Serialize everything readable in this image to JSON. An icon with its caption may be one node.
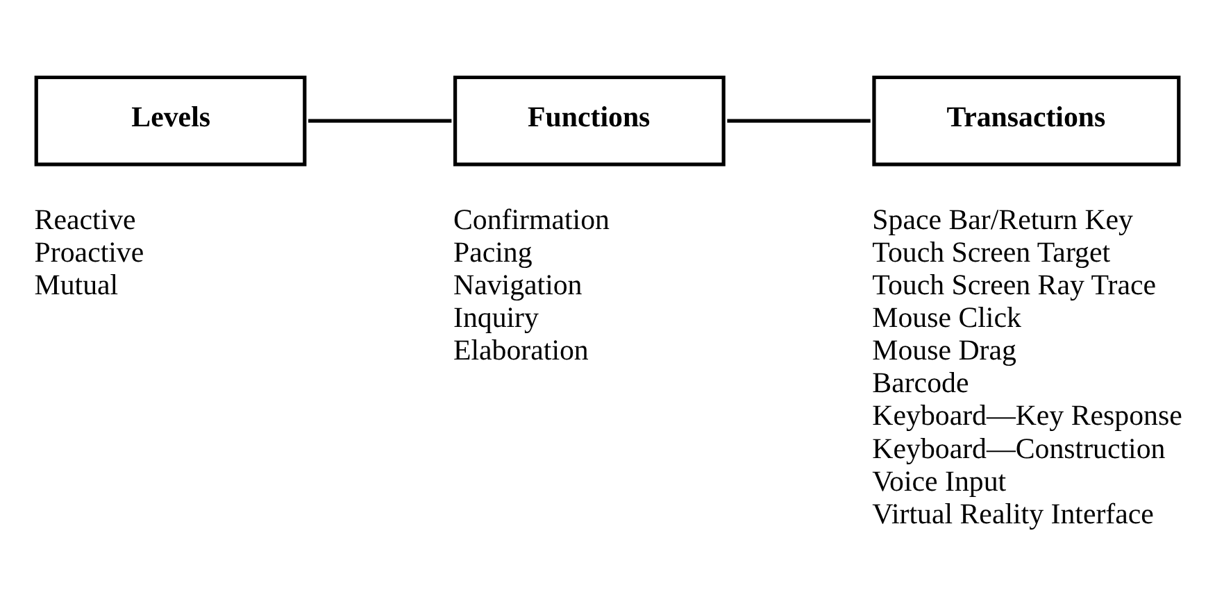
{
  "diagram": {
    "nodes": [
      {
        "text": [
          "Levels"
        ],
        "beside": [
          "Reactive",
          "Proactive",
          "Mutual"
        ]
      },
      {
        "text": [
          "Functions"
        ],
        "beside": [
          "Confirmation",
          "Pacing",
          "Navigation",
          "Inquiry",
          "Elaboration"
        ]
      },
      {
        "text": [
          "Transactions"
        ],
        "beside": [
          "Space Bar/Return Key",
          "Touch Screen Target",
          "Touch Screen Ray Trace",
          "Mouse Click",
          "Mouse Drag",
          "Barcode",
          "Keyboard—Key Response",
          "Keyboard—Construction",
          "Voice Input",
          "Virtual Reality Interface"
        ]
      }
    ],
    "edges": [
      {
        "from": 0,
        "to": 1,
        "arrow": "none"
      },
      {
        "from": 1,
        "to": 2,
        "arrow": "none"
      }
    ]
  }
}
